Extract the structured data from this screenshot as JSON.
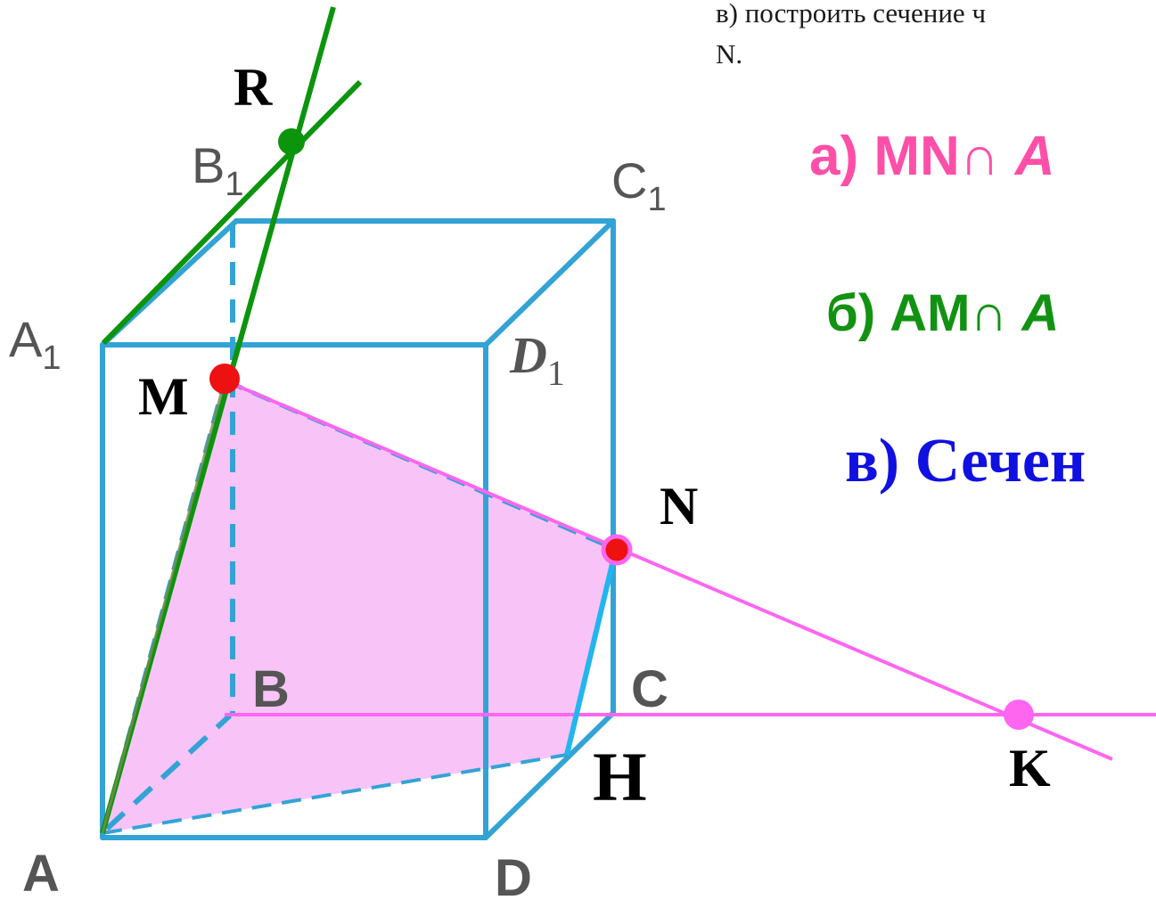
{
  "task": {
    "line1": "в) построить сечение ч",
    "line2": "N."
  },
  "steps": {
    "a_prefix": "а) MN∩ ",
    "a_italic": "A",
    "b_prefix": "б) AM∩ ",
    "b_italic": "A",
    "v_text": "в) Сечен"
  },
  "labels": {
    "R": "R",
    "B1": "B",
    "B1_sub": "1",
    "C1": "C",
    "C1_sub": "1",
    "A1": "A",
    "A1_sub": "1",
    "D1": "D",
    "D1_sub": "1",
    "M": "M",
    "N": "N",
    "B": "B",
    "C": "C",
    "H": "H",
    "K": "K",
    "A": "A",
    "D": "D"
  },
  "colors": {
    "edge": "#33a3d6",
    "green": "#0c940c",
    "pink": "#ff66f0",
    "section_fill": "#f8c4f8",
    "point_red": "#ee1111",
    "point_green": "#0c940c",
    "point_pink": "#ff66f0",
    "text_step_a": "#ff4fa8",
    "text_step_b": "#129212",
    "text_step_v": "#1010e0"
  }
}
